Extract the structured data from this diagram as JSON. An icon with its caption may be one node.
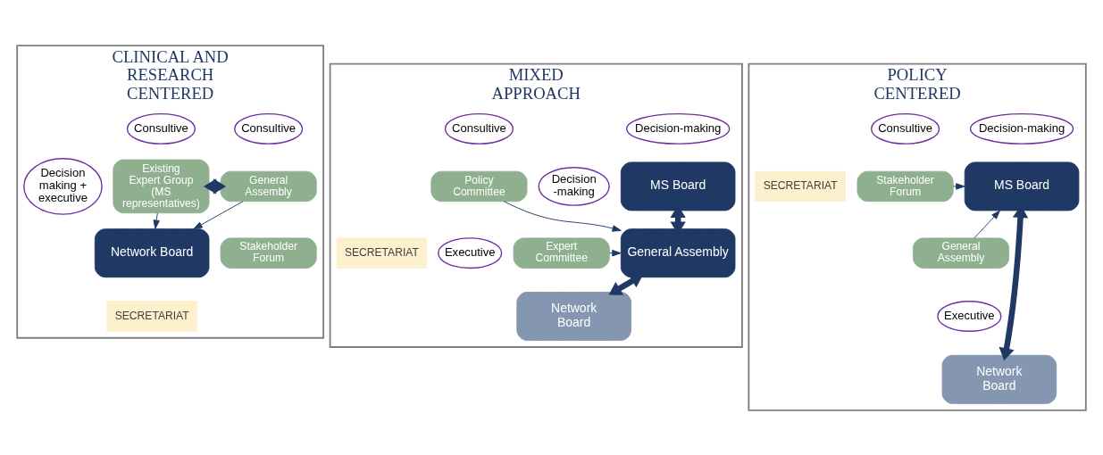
{
  "diagram": {
    "nodes": [
      {
        "text": [
          "CLINICAL AND RESEARCH CENTERED"
        ]
      },
      {
        "text": [
          "Consultive"
        ],
        "in": 0
      },
      {
        "text": [
          "Existing Expert Group (MS representatives)"
        ],
        "in": 0
      },
      {
        "text": [
          "Consultive"
        ],
        "in": 0
      },
      {
        "text": [
          "General Assembly"
        ],
        "in": 0
      },
      {
        "text": [
          "Stakeholder Forum"
        ],
        "in": 0
      },
      {
        "text": [
          "Decision making + executive"
        ],
        "in": 0
      },
      {
        "text": [
          "Network Board"
        ],
        "in": 0
      },
      {
        "text": [
          "SECRETARIAT"
        ],
        "in": 0
      },
      {
        "text": [
          "MIXED APPROACH"
        ]
      },
      {
        "text": [
          "Decision-making"
        ],
        "in": 9
      },
      {
        "text": [
          "MS Board"
        ],
        "in": 9
      },
      {
        "text": [
          "Consultive"
        ],
        "in": 9
      },
      {
        "text": [
          "Policy Committee"
        ],
        "in": 9
      },
      {
        "text": [
          "Decision -making"
        ],
        "in": 9
      },
      {
        "text": [
          "General Assembly"
        ],
        "in": 9
      },
      {
        "text": [
          "Expert Committee"
        ],
        "in": 9
      },
      {
        "text": [
          "Executive"
        ],
        "in": 9
      },
      {
        "text": [
          "Network Board"
        ],
        "in": 9
      },
      {
        "text": [
          "SECRETARIAT"
        ],
        "in": 9
      },
      {
        "text": [
          "POLICY CENTERED"
        ]
      },
      {
        "text": [
          "Consultive"
        ],
        "in": 20
      },
      {
        "text": [
          "Stakeholder Forum"
        ],
        "in": 20
      },
      {
        "text": [
          "Decision-making"
        ],
        "in": 20
      },
      {
        "text": [
          "MS Board"
        ],
        "in": 20
      },
      {
        "text": [
          "General Assembly"
        ],
        "in": 20
      },
      {
        "text": [
          "Executive"
        ],
        "in": 20
      },
      {
        "text": [
          "Network Board"
        ],
        "in": 20
      },
      {
        "text": [
          "SECRETARIAT"
        ],
        "in": 20
      }
    ],
    "edges": [
      {
        "from": 2,
        "to": 4,
        "arrow": "both",
        "style": "thick"
      },
      {
        "from": 2,
        "to": 7,
        "arrow": "to"
      },
      {
        "from": 4,
        "to": 7,
        "arrow": "to"
      },
      {
        "from": 11,
        "to": 15,
        "arrow": "both",
        "style": "thick"
      },
      {
        "from": 13,
        "to": 15,
        "arrow": "to"
      },
      {
        "from": 16,
        "to": 15,
        "arrow": "to"
      },
      {
        "from": 15,
        "to": 18,
        "arrow": "both",
        "style": "thick"
      },
      {
        "from": 22,
        "to": 24,
        "arrow": "to"
      },
      {
        "from": 25,
        "to": 24,
        "arrow": "to"
      },
      {
        "from": 24,
        "to": 27,
        "arrow": "both",
        "style": "thick"
      }
    ]
  }
}
